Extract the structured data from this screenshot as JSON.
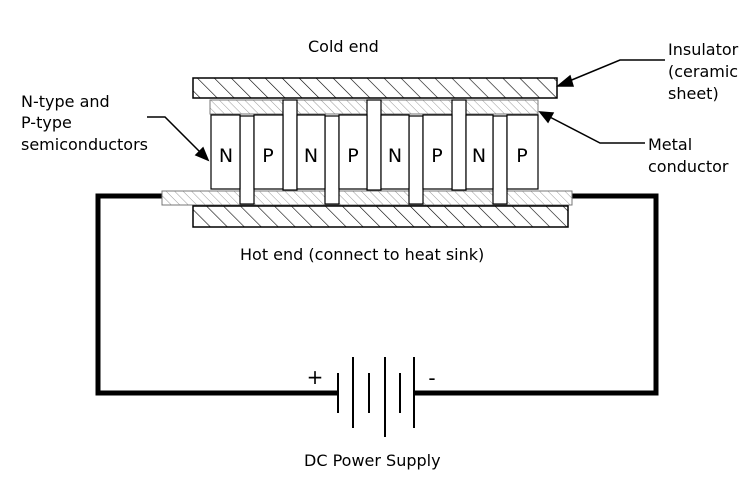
{
  "labels": {
    "cold_end": "Cold end",
    "hot_end": "Hot end (connect to heat sink)",
    "insulator_line1": "Insulator",
    "insulator_line2": "(ceramic",
    "insulator_line3": "sheet)",
    "semiconductors_line1": "N-type and",
    "semiconductors_line2": "P-type",
    "semiconductors_line3": "semiconductors",
    "metal_line1": "Metal",
    "metal_line2": "conductor",
    "power_supply": "DC Power Supply",
    "plus": "+",
    "minus": "-"
  },
  "semiconductor_legs": [
    "N",
    "P",
    "N",
    "P",
    "N",
    "P",
    "N",
    "P"
  ]
}
